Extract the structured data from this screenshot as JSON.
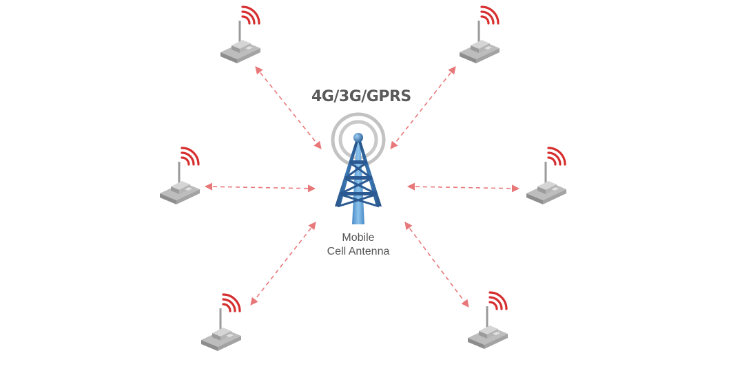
{
  "diagram": {
    "network_label": "4G/3G/GPRS",
    "antenna_label_line1": "Mobile",
    "antenna_label_line2": "Cell Antenna",
    "colors": {
      "link_arrow": "#e8777a",
      "wifi_waves": "#d62e2e",
      "tower_dark": "#244f82",
      "tower_light": "#5f9fd6",
      "halo_ring": "#c2c2c2",
      "device_body": "#a8a8a8",
      "label_text": "#5a5a5a"
    },
    "devices": [
      {
        "id": "device-top-left",
        "icon": "wireless-device-icon"
      },
      {
        "id": "device-top-right",
        "icon": "wireless-device-icon"
      },
      {
        "id": "device-middle-left",
        "icon": "wireless-device-icon"
      },
      {
        "id": "device-middle-right",
        "icon": "wireless-device-icon"
      },
      {
        "id": "device-bottom-left",
        "icon": "wireless-device-icon"
      },
      {
        "id": "device-bottom-right",
        "icon": "wireless-device-icon"
      }
    ]
  }
}
